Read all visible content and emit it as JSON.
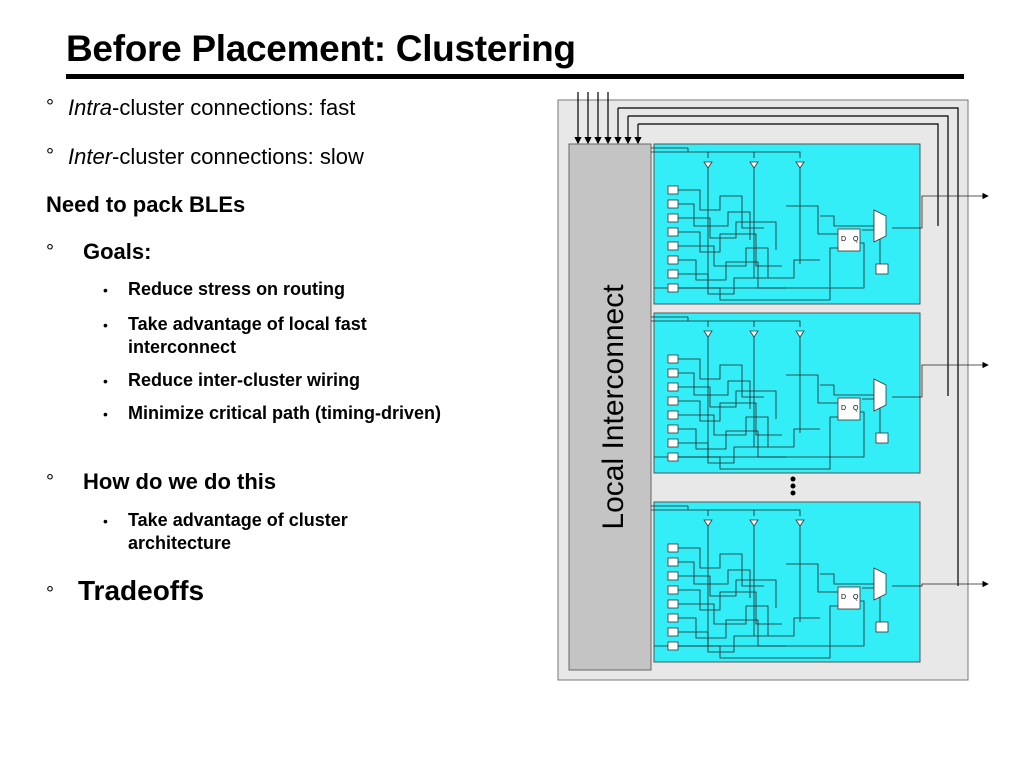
{
  "slide": {
    "title": "Before Placement: Clustering"
  },
  "bullets": {
    "deg_symbol": "°",
    "dot_symbol": "•",
    "intra_italic": "Intra",
    "intra_rest": "-cluster connections: fast",
    "inter_italic": "Inter",
    "inter_rest": "-cluster connections: slow",
    "need_to_pack": "Need to pack BLEs",
    "goals": "Goals:",
    "goal_items": [
      "Reduce stress on routing",
      "Take advantage of local fast interconnect",
      "Reduce inter-cluster wiring",
      "Minimize critical path (timing-driven)"
    ],
    "how": "How do we do this",
    "how_items": [
      "Take advantage of cluster architecture"
    ],
    "tradeoffs": "Tradeoffs"
  },
  "diagram": {
    "interconnect_label": "Local Interconnect",
    "flipflop_d": "D",
    "flipflop_q": "Q",
    "ellipsis": "•\n•\n•",
    "colors": {
      "cluster_fill": "#33eef7",
      "panel_fill": "#e8e8e8",
      "interconnect_fill": "#c4c4c4"
    }
  }
}
